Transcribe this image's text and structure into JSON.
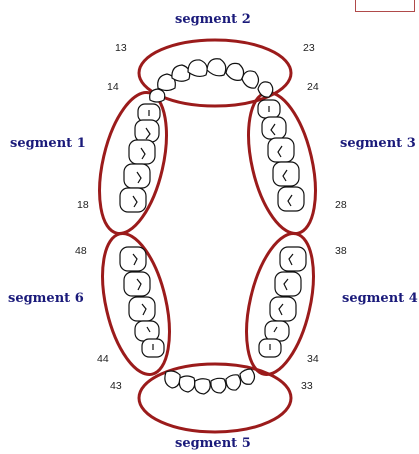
{
  "colors": {
    "segment_outline": "#9b1b1b",
    "segment_label": "#1a1a7a",
    "tooth_stroke": "#111111"
  },
  "segments": {
    "s1": "segment 1",
    "s2": "segment 2",
    "s3": "segment 3",
    "s4": "segment 4",
    "s5": "segment 5",
    "s6": "segment 6"
  },
  "tooth_numbers": {
    "n13": "13",
    "n14": "14",
    "n18": "18",
    "n23": "23",
    "n24": "24",
    "n28": "28",
    "n33": "33",
    "n34": "34",
    "n38": "38",
    "n43": "43",
    "n44": "44",
    "n48": "48"
  }
}
